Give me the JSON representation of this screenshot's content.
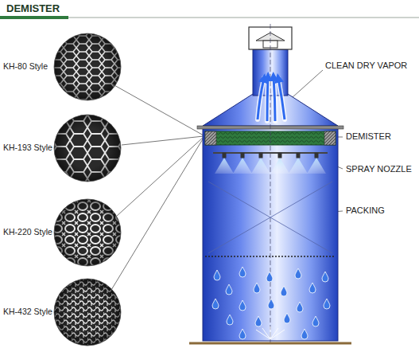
{
  "diagram": {
    "title": "DEMISTER",
    "labels": [
      "KH-80 Style",
      "KH-193 Style",
      "KH-220 Style",
      "KH-432 Style",
      "CLEAN DRY VAPOR",
      "DEMISTER",
      "SPRAY NOZZLE",
      "PACKING"
    ]
  }
}
